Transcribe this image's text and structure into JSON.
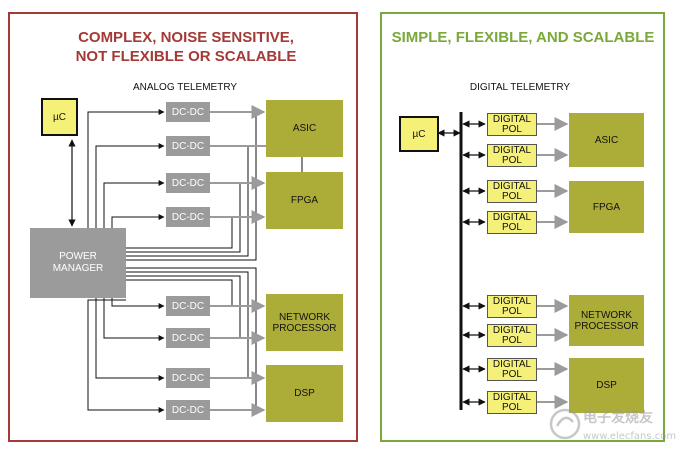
{
  "left_panel": {
    "title": "COMPLEX, NOISE SENSITIVE,\nNOT FLEXIBLE OR SCALABLE",
    "subtitle": "ANALOG TELEMETRY",
    "uc_label": "µC",
    "manager_label": "POWER\nMANAGER",
    "dcdc_label": "DC-DC",
    "loads": [
      "ASIC",
      "FPGA",
      "NETWORK\nPROCESSOR",
      "DSP"
    ]
  },
  "right_panel": {
    "title": "SIMPLE, FLEXIBLE, AND SCALABLE",
    "subtitle": "DIGITAL TELEMETRY",
    "uc_label": "µC",
    "pol_label": "DIGITAL\nPOL",
    "loads": [
      "ASIC",
      "FPGA",
      "NETWORK\nPROCESSOR",
      "DSP"
    ]
  },
  "colors": {
    "left_accent": "#a33a35",
    "right_accent": "#7aa83a",
    "load_box": "#acad38",
    "converter": "#9b9b9b",
    "pol": "#f5f078"
  },
  "watermark": {
    "brand": "电子发烧友",
    "url": "www.elecfans.com"
  }
}
